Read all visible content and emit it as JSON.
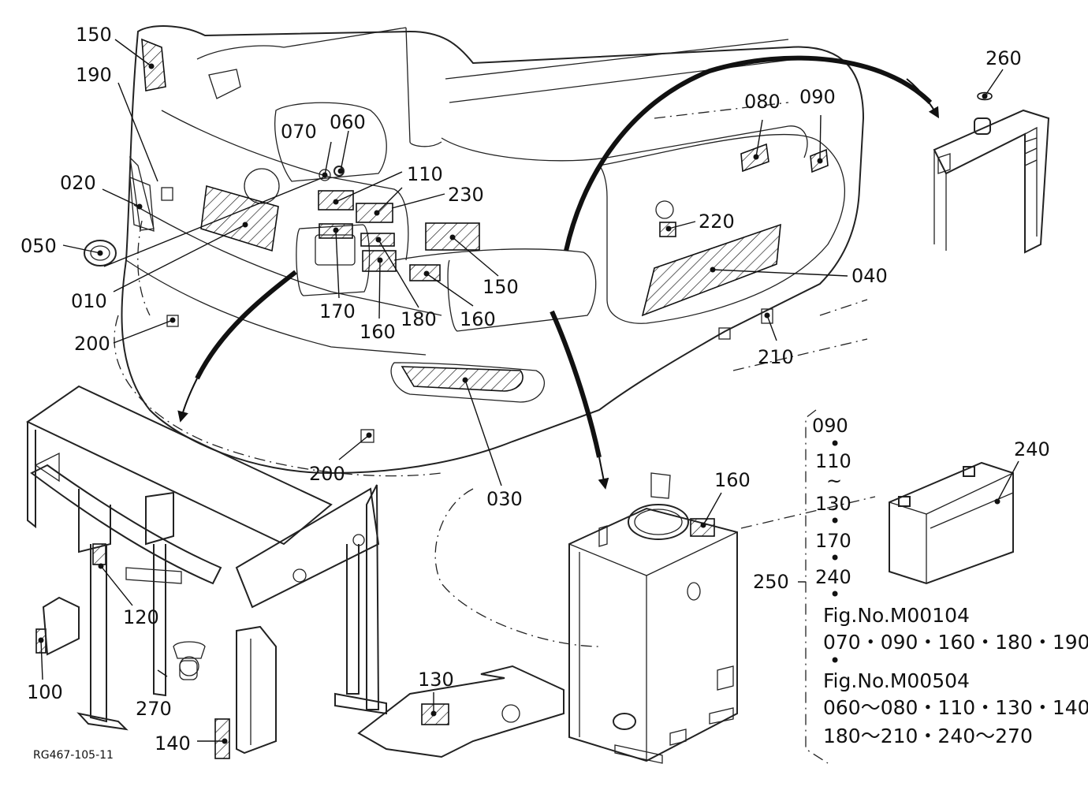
{
  "figure_code": "RG467-105-11",
  "parts": [
    "150",
    "190",
    "020",
    "050",
    "010",
    "200",
    "070",
    "060",
    "110",
    "230",
    "170",
    "160",
    "180",
    "150",
    "160",
    "080",
    "090",
    "220",
    "040",
    "210",
    "030",
    "200",
    "260",
    "240",
    "120",
    "100",
    "270",
    "140",
    "130",
    "160"
  ],
  "bracket": {
    "label": "250",
    "list": [
      "090",
      "•",
      "110",
      "~",
      "130",
      "•",
      "170",
      "•",
      "240",
      "•"
    ]
  },
  "notes": [
    "Fig.No.M00104",
    "070・090・160・180・190",
    "•",
    "Fig.No.M00504",
    "060～080・110・130・140",
    "180～210・240～270"
  ]
}
